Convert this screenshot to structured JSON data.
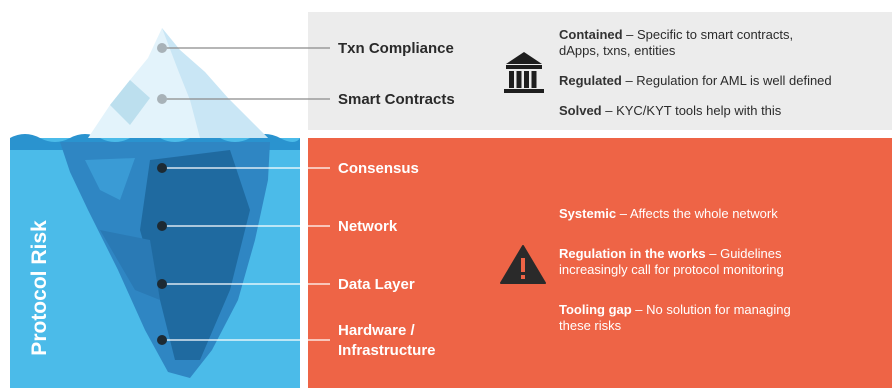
{
  "side_label": "Protocol Risk",
  "layers_above": [
    {
      "label": "Txn Compliance"
    },
    {
      "label": "Smart Contracts"
    }
  ],
  "layers_below": [
    {
      "label": "Consensus"
    },
    {
      "label": "Network"
    },
    {
      "label": "Data Layer"
    },
    {
      "label": "Hardware /"
    },
    {
      "label": "Infrastructure"
    }
  ],
  "above_notes": [
    {
      "title": "Contained",
      "text": " – Specific to smart contracts,",
      "cont": "dApps, txns, entities"
    },
    {
      "title": "Regulated",
      "text": " – Regulation for AML is well defined"
    },
    {
      "title": "Solved",
      "text": " – KYC/KYT tools help with this"
    }
  ],
  "below_notes": [
    {
      "title": "Systemic",
      "text": " – Affects the whole network"
    },
    {
      "title": "Regulation in the works",
      "text": " – Guidelines",
      "cont": "increasingly call for protocol monitoring"
    },
    {
      "title": "Tooling gap",
      "text": " – No solution for managing",
      "cont": "these risks"
    }
  ],
  "icons": {
    "top": "bank-icon",
    "bottom": "warning-icon"
  },
  "colors": {
    "panel_top": "#ececec",
    "panel_bottom": "#ee6446",
    "water": "#4bbbe9",
    "ice_light": "#e3f3fb",
    "ice_dark": "#1f6aa0"
  }
}
